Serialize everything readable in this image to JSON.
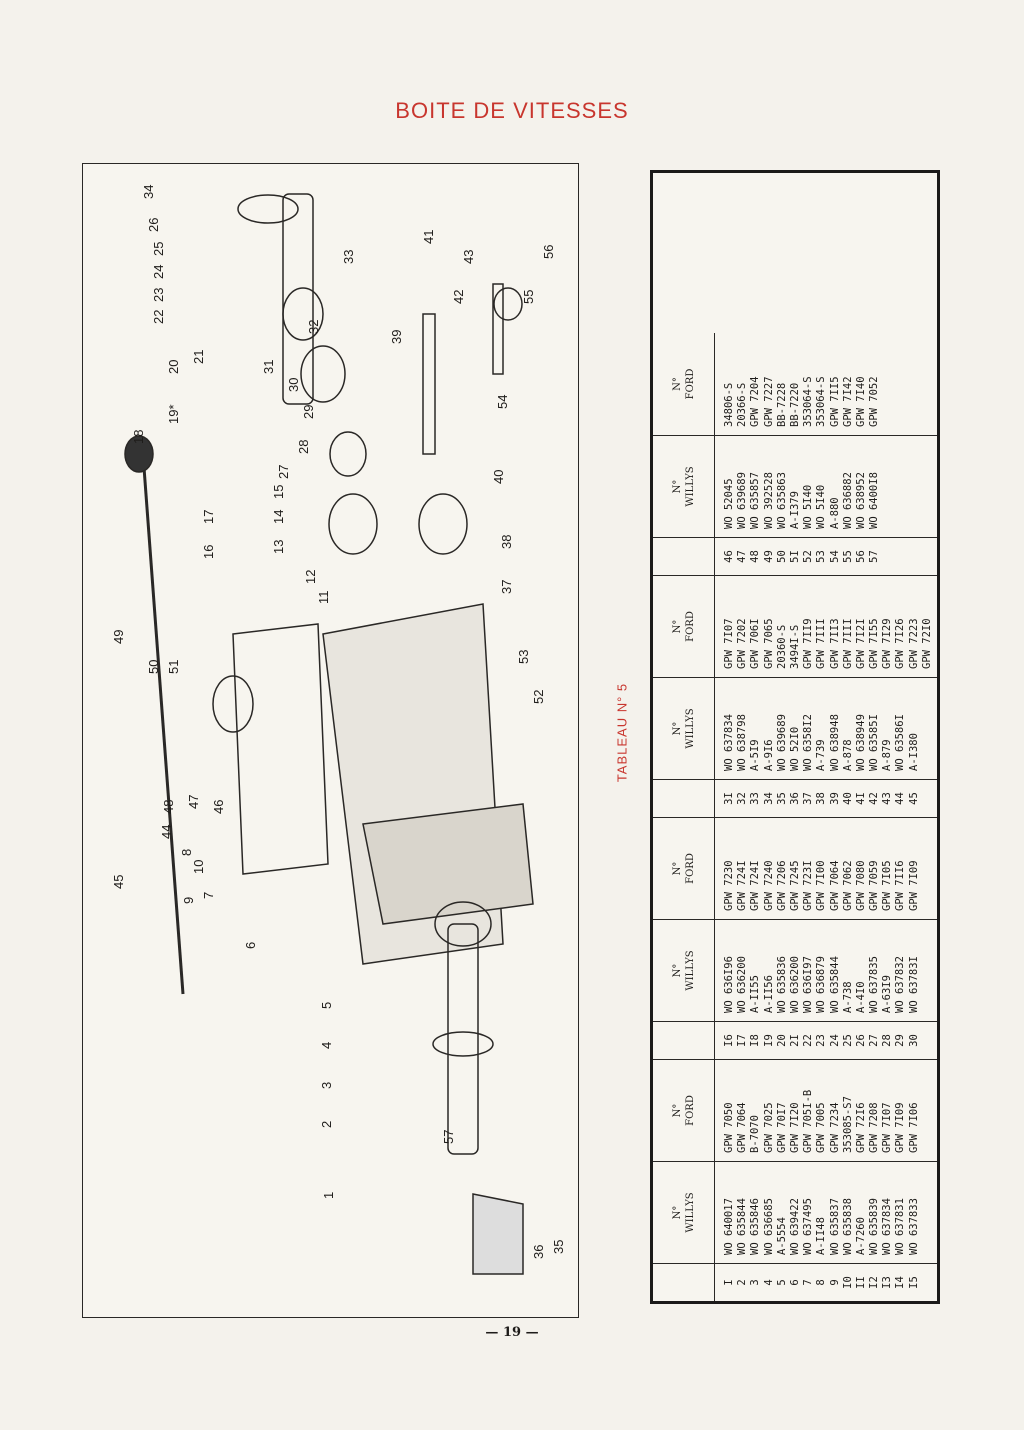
{
  "title": "BOITE DE VITESSES",
  "table_label": "TABLEAU N° 5",
  "page_number": "— 19 —",
  "colors": {
    "title_red": "#c8362e",
    "ink": "#1e1c1a",
    "paper": "#f4f2ec"
  },
  "diagram": {
    "callouts": [
      "1",
      "2",
      "3",
      "4",
      "5",
      "6",
      "7",
      "8",
      "9",
      "10",
      "11",
      "12",
      "13",
      "14",
      "15",
      "16",
      "17",
      "18",
      "19*",
      "20",
      "21",
      "22",
      "23",
      "24",
      "25",
      "26",
      "27",
      "28",
      "29",
      "30",
      "31",
      "32",
      "33",
      "34",
      "35",
      "36",
      "37",
      "38",
      "39",
      "40",
      "41",
      "42",
      "43",
      "44",
      "45",
      "46",
      "47",
      "48",
      "49",
      "50",
      "51",
      "52",
      "53",
      "54",
      "55",
      "56",
      "57"
    ]
  },
  "parts_table": {
    "header_no": "N°",
    "header_willys": "WILLYS",
    "header_ford": "FORD",
    "blocks": [
      {
        "nums": [
          "I",
          "2",
          "3",
          "4",
          "5",
          "6",
          "7",
          "8",
          "9",
          "I0",
          "II",
          "I2",
          "I3",
          "I4",
          "I5"
        ],
        "willys": [
          "WO 640017",
          "WO 635844",
          "WO 635846",
          "WO 636685",
          "A-5554",
          "WO 639422",
          "WO 637495",
          "A-II48",
          "WO 635837",
          "WO 635838",
          "A-7260",
          "WO 635839",
          "WO 637834",
          "WO 637831",
          "WO 637833"
        ],
        "ford": [
          "GPW 7050",
          "GPW 7064",
          "B-7070",
          "GPW 7025",
          "GPW 70I7",
          "GPW 7I20",
          "GPW 705I-B",
          "GPW 7005",
          "GPW 7234",
          "353085-S7",
          "GPW 72I6",
          "GPW 7208",
          "GPW 7I07",
          "GPW 7I09",
          "GPW 7I06"
        ]
      },
      {
        "nums": [
          "I6",
          "I7",
          "I8",
          "I9",
          "20",
          "2I",
          "22",
          "23",
          "24",
          "25",
          "26",
          "27",
          "28",
          "29",
          "30"
        ],
        "willys": [
          "WO 636I96",
          "WO 636200",
          "A-II55",
          "A-II56",
          "WO 635836",
          "WO 636200",
          "WO 636I97",
          "WO 636879",
          "WO 635844",
          "A-738",
          "A-4I0",
          "WO 637835",
          "A-63I9",
          "WO 637832",
          "WO 63783I"
        ],
        "ford": [
          "GPW 7230",
          "GPW 724I",
          "GPW 724I",
          "GPW 7240",
          "GPW 7206",
          "GPW 7245",
          "GPW 723I",
          "GPW 7I00",
          "GPW 7064",
          "GPW 7062",
          "GPW 7080",
          "GPW 7059",
          "GPW 7I05",
          "GPW 7II6",
          "GPW 7I09"
        ]
      },
      {
        "nums": [
          "3I",
          "32",
          "33",
          "34",
          "35",
          "36",
          "37",
          "38",
          "39",
          "40",
          "4I",
          "42",
          "43",
          "44",
          "45"
        ],
        "willys": [
          "WO 637834",
          "WO 638798",
          "A-5I9",
          "A-9I6",
          "WO 639689",
          "WO 52I0",
          "WO 6358I2",
          "A-739",
          "WO 638948",
          "A-878",
          "WO 638949",
          "WO 63585I",
          "A-879",
          "WO 63586I",
          "A-I380"
        ],
        "ford": [
          "GPW 7I07",
          "GPW 7202",
          "GPW 706I",
          "GPW 7065",
          "20360-S",
          "3494I-S",
          "GPW 7II9",
          "GPW 7III",
          "GPW 7II3",
          "GPW 7III",
          "GPW 7I2I",
          "GPW 7I55",
          "GPW 7I29",
          "GPW 7I26",
          "GPW 7223",
          "GPW 72I0"
        ]
      },
      {
        "nums": [
          "46",
          "47",
          "48",
          "49",
          "50",
          "5I",
          "52",
          "53",
          "54",
          "55",
          "56",
          "57"
        ],
        "willys": [
          "WO 52045",
          "WO 639689",
          "WO 635857",
          "WO 392528",
          "WO 635863",
          "A-I379",
          "WO 5I40",
          "WO 5I40",
          "A-880",
          "WO 636882",
          "WO 638952",
          "WO 6400I8"
        ],
        "ford": [
          "34806-S",
          "20366-S",
          "GPW 7204",
          "GPW 7227",
          "BB-7228",
          "BB-7220",
          "353064-S",
          "353064-S",
          "GPW 7II5",
          "GPW 7I42",
          "GPW 7I40",
          "GPW 7052"
        ]
      }
    ]
  }
}
